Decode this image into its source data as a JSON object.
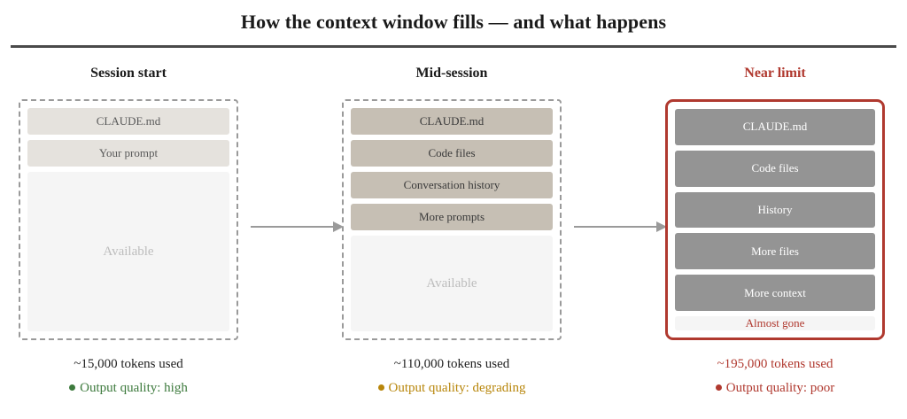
{
  "title": "How the context window fills — and what happens",
  "colors": {
    "accent_red": "#b0392f",
    "quality_high": "#3d7a3d",
    "quality_degrading": "#b8860b",
    "quality_poor": "#b0392f",
    "segment_light": "#e5e2dd",
    "segment_taupe": "#c6bfb4",
    "segment_gray": "#949494",
    "available_bg": "#f5f5f5"
  },
  "columns": [
    {
      "heading": "Session start",
      "segments": [
        {
          "label": "CLAUDE.md"
        },
        {
          "label": "Your prompt"
        },
        {
          "label": "Available"
        }
      ],
      "tokens": "~15,000 tokens used",
      "quality": "Output quality: high"
    },
    {
      "heading": "Mid-session",
      "segments": [
        {
          "label": "CLAUDE.md"
        },
        {
          "label": "Code files"
        },
        {
          "label": "Conversation history"
        },
        {
          "label": "More prompts"
        },
        {
          "label": "Available"
        }
      ],
      "tokens": "~110,000 tokens used",
      "quality": "Output quality: degrading"
    },
    {
      "heading": "Near limit",
      "segments": [
        {
          "label": "CLAUDE.md"
        },
        {
          "label": "Code files"
        },
        {
          "label": "History"
        },
        {
          "label": "More files"
        },
        {
          "label": "More context"
        },
        {
          "label": "Almost gone"
        }
      ],
      "tokens": "~195,000 tokens used",
      "quality": "Output quality: poor"
    }
  ]
}
